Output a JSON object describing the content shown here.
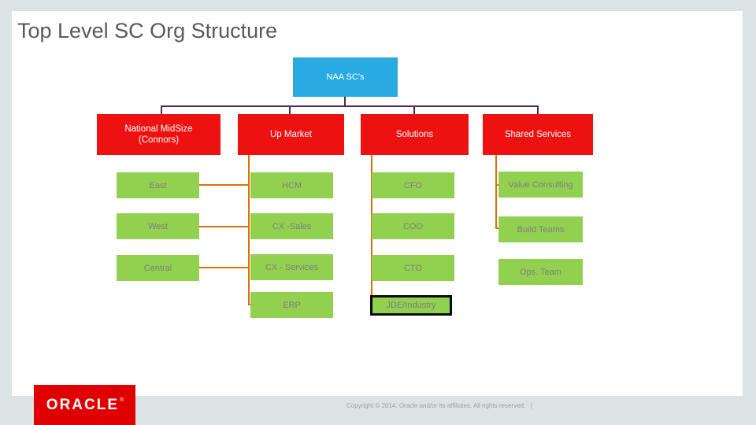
{
  "slide": {
    "title": "Top Level SC Org Structure"
  },
  "org_chart": {
    "root": {
      "label": "NAA SC’s"
    },
    "columns": [
      {
        "head": {
          "line1": "National MidSize",
          "line2": "(Connors)"
        },
        "children": [
          {
            "label": "East"
          },
          {
            "label": "West"
          },
          {
            "label": "Central"
          }
        ]
      },
      {
        "head": {
          "line1": "Up Market"
        },
        "children": [
          {
            "label": "HCM"
          },
          {
            "label": "CX -Sales"
          },
          {
            "label": "CX - Services"
          },
          {
            "label": "ERP"
          }
        ]
      },
      {
        "head": {
          "line1": "Solutions"
        },
        "children": [
          {
            "label": "CFO"
          },
          {
            "label": "COO"
          },
          {
            "label": "CTO"
          },
          {
            "label": "JDE/Industry",
            "highlighted": true
          }
        ]
      },
      {
        "head": {
          "line1": "Shared Services"
        },
        "children": [
          {
            "label": "Value Consulting"
          },
          {
            "label": "Build Teams"
          },
          {
            "label": "Ops. Team"
          }
        ]
      }
    ]
  },
  "footer": {
    "logo": "ORACLE",
    "registered_mark": "®",
    "copyright": "Copyright © 2014, Oracle and/or its affiliates. All rights reserved.   |"
  },
  "colors": {
    "root_blue": "#29ABE2",
    "head_red": "#EE1111",
    "child_green": "#92D050",
    "child_text_gray": "#7f7f7f",
    "connector_dark": "#4F2A4A",
    "connector_orange": "#E36C09",
    "logo_red": "#E00000",
    "title_gray": "#58595b",
    "page_background": "#dce3e5"
  }
}
